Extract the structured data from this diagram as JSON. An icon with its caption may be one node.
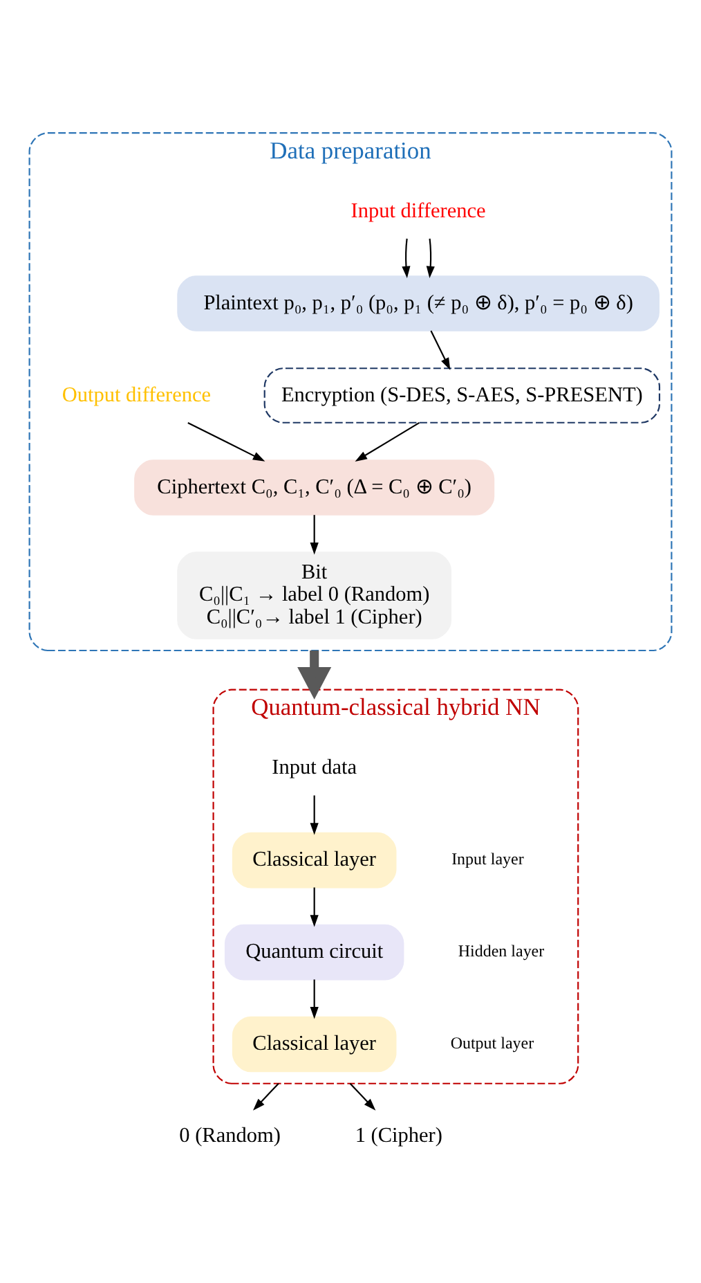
{
  "diagram": {
    "nodes": [
      {
        "text": [
          "Data preparation"
        ]
      },
      {
        "text": [
          "Plaintext p₀, p₁, p′₀ (p₀, p₁ (≠ p₀ ⊕ δ), p′₀ = p₀ ⊕ δ)"
        ],
        "in": 0
      },
      {
        "text": [
          "Input difference"
        ],
        "in": 0
      },
      {
        "text": [
          "Encryption (S-DES, S-AES, S-PRESENT)"
        ],
        "in": 0
      },
      {
        "text": [
          "Output difference"
        ],
        "in": 0
      },
      {
        "text": [
          "Ciphertext C₀, C₁, C′₀ (Δ = C₀ ⊕ C′₀)"
        ],
        "in": 0
      },
      {
        "text": [
          "Bit",
          "C₀||C₁ → label 0 (Random)",
          "C₀||C′₀→ label 1 (Cipher)"
        ],
        "in": 0
      },
      {
        "text": [
          "Quantum-classical hybrid NN"
        ]
      },
      {
        "text": [
          "Input data"
        ],
        "in": 7
      },
      {
        "text": [
          "Classical layer"
        ],
        "in": 7,
        "beside": [
          "Input layer"
        ]
      },
      {
        "text": [
          "Quantum circuit"
        ],
        "in": 7,
        "beside": [
          "Hidden layer"
        ]
      },
      {
        "text": [
          "Classical layer"
        ],
        "in": 7,
        "beside": [
          "Output layer"
        ]
      },
      {
        "text": [
          "0 (Random)"
        ]
      },
      {
        "text": [
          "1 (Cipher)"
        ]
      }
    ],
    "edges": [
      {
        "from": 2,
        "to": 1,
        "arrow": "to"
      },
      {
        "from": 2,
        "to": 1,
        "arrow": "to"
      },
      {
        "from": 1,
        "to": 3,
        "arrow": "to"
      },
      {
        "from": 3,
        "to": 5,
        "arrow": "to"
      },
      {
        "from": 4,
        "to": 5,
        "arrow": "to"
      },
      {
        "from": 5,
        "to": 6,
        "arrow": "to"
      },
      {
        "from": 0,
        "to": 7,
        "arrow": "to",
        "style": "thick",
        "color": "#595959"
      },
      {
        "from": 8,
        "to": 9,
        "arrow": "to"
      },
      {
        "from": 9,
        "to": 10,
        "arrow": "to"
      },
      {
        "from": 10,
        "to": 11,
        "arrow": "to"
      },
      {
        "from": 7,
        "to": 12,
        "arrow": "to"
      },
      {
        "from": 7,
        "to": 13,
        "arrow": "to"
      }
    ]
  }
}
